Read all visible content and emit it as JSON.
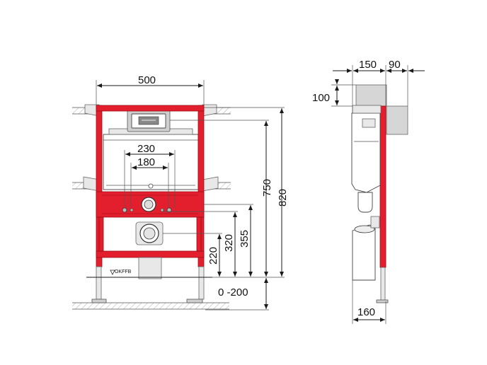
{
  "dimensions": {
    "width_total": "500",
    "dist_outer": "230",
    "dist_inner": "180",
    "height_750": "750",
    "height_820": "820",
    "height_355": "355",
    "height_320": "320",
    "height_220": "220",
    "adjust_range": "0 -200",
    "side_150": "150",
    "side_90": "90",
    "side_100": "100",
    "side_160": "160"
  },
  "labels": {
    "floor_mark": "OKFFB"
  },
  "colors": {
    "frame_red": "#e31e2d",
    "line": "#1a1a1a"
  }
}
